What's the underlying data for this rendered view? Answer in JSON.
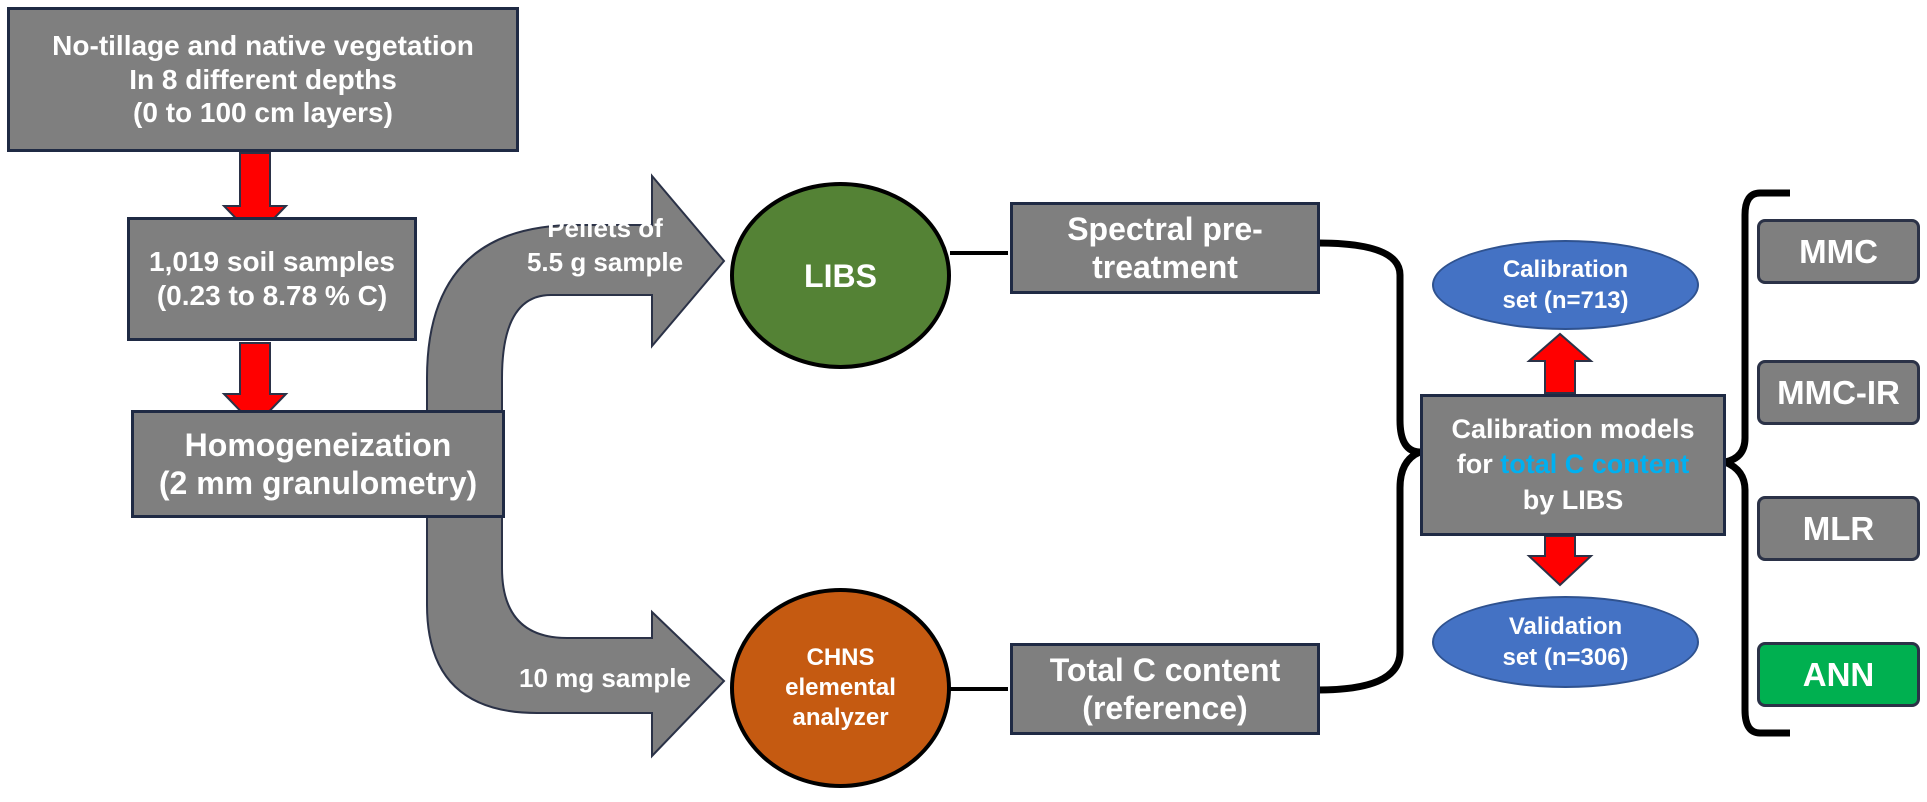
{
  "source": {
    "lines": [
      "No-tillage and native vegetation",
      "In 8 different depths",
      "(0 to 100 cm layers)"
    ]
  },
  "samples": {
    "lines": [
      "1,019 soil samples",
      "(0.23 to 8.78 % C)"
    ]
  },
  "homogenization": {
    "lines": [
      "Homogeneization",
      "(2 mm granulometry)"
    ]
  },
  "branch_top": {
    "lines": [
      "Pellets of",
      "5.5 g sample"
    ]
  },
  "branch_bottom": {
    "label": "10 mg sample"
  },
  "libs": {
    "label": "LIBS"
  },
  "chns": {
    "lines": [
      "CHNS",
      "elemental",
      "analyzer"
    ]
  },
  "spectral": {
    "lines": [
      "Spectral pre-",
      "treatment"
    ]
  },
  "total_c": {
    "lines": [
      "Total C content",
      "(reference)"
    ]
  },
  "calibration_models": {
    "line1": "Calibration models",
    "line2_prefix": "for ",
    "line2_highlight": "total C content",
    "line3": "by LIBS"
  },
  "calibration_set": {
    "lines": [
      "Calibration",
      "set (n=713)"
    ]
  },
  "validation_set": {
    "lines": [
      "Validation",
      "set (n=306)"
    ]
  },
  "models": [
    {
      "label": "MMC",
      "color": "#7f7f7f"
    },
    {
      "label": "MMC-IR",
      "color": "#7f7f7f"
    },
    {
      "label": "MLR",
      "color": "#7f7f7f"
    },
    {
      "label": "ANN",
      "color": "#00b050"
    }
  ],
  "colors": {
    "box_gray": "#7f7f7f",
    "libs_green": "#548235",
    "chns_orange": "#c55a11",
    "ellipse_blue": "#4472c4",
    "arrow_red": "#ff0000",
    "highlight_cyan": "#00b0f0",
    "ann_green": "#00b050"
  }
}
